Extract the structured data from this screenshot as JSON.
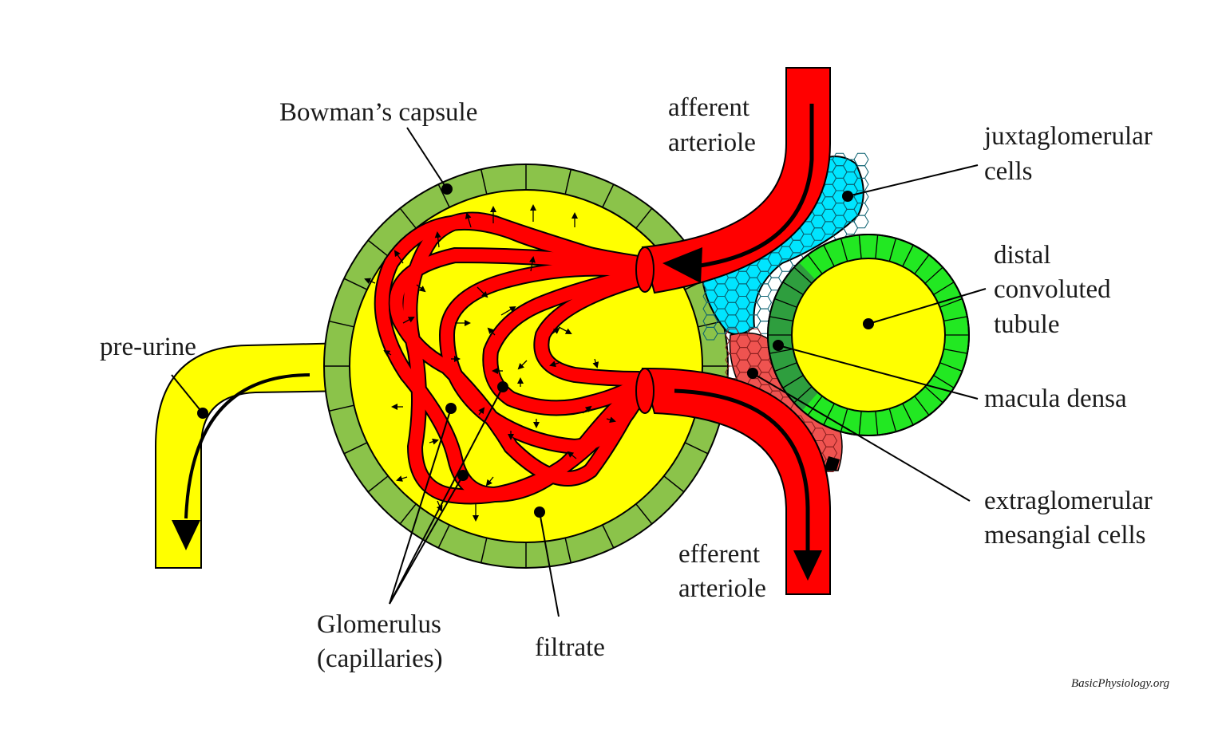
{
  "labels": {
    "bowman": "Bowman’s capsule",
    "afferent_1": "afferent",
    "afferent_2": "arteriole",
    "juxta_1": "juxtaglomerular",
    "juxta_2": "cells",
    "distal_1": "distal",
    "distal_2": "convoluted",
    "distal_3": "tubule",
    "macula": "macula densa",
    "extra_1": "extraglomerular",
    "extra_2": "mesangial cells",
    "efferent_1": "efferent",
    "efferent_2": "arteriole",
    "pre_urine": "pre-urine",
    "glom_1": "Glomerulus",
    "glom_2": "(capillaries)",
    "filtrate": "filtrate"
  },
  "credit": "BasicPhysiology.org",
  "colors": {
    "capsule_wall": "#8bc34a",
    "filtrate": "#ffff00",
    "vessel": "#ff0000",
    "juxtaglomerular": "#00e5ff",
    "mesangial": "#ef5350",
    "macula_densa": "#2e9e3e",
    "tubule_wall": "#22e822"
  }
}
